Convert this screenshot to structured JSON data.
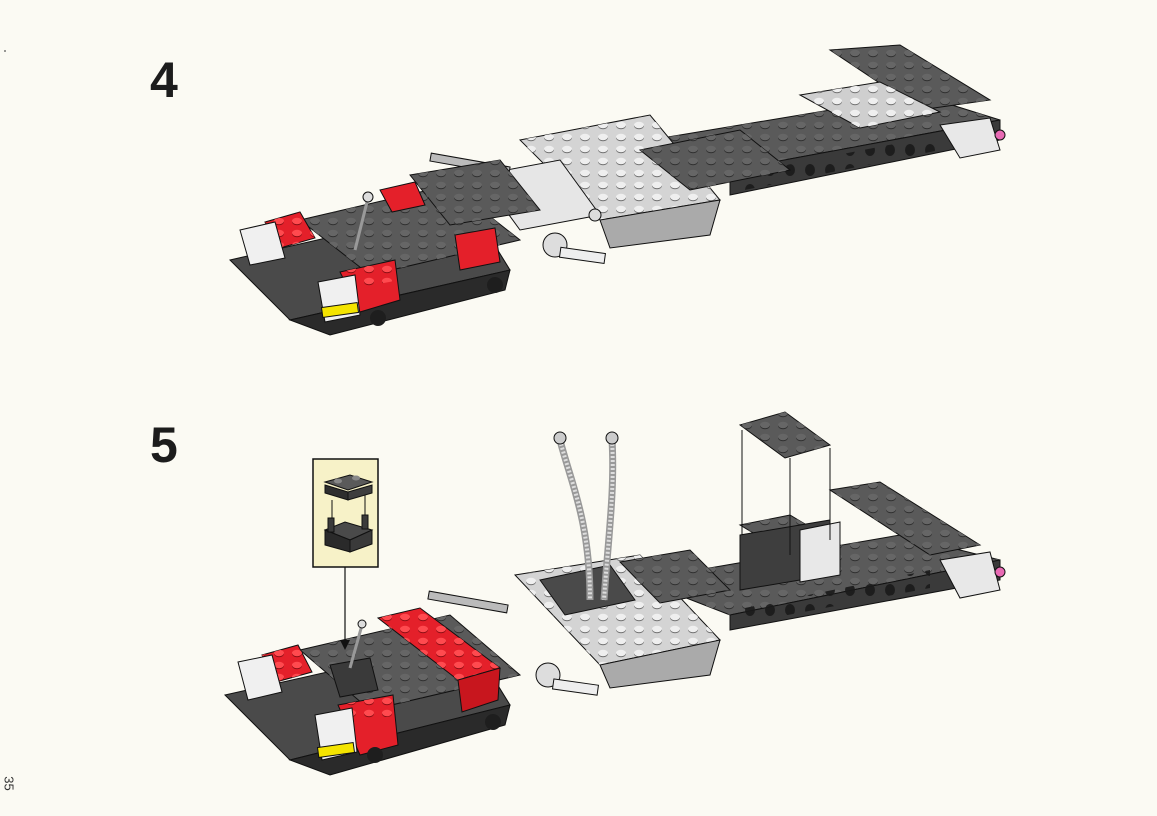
{
  "page": {
    "number": "35",
    "background": "#fbfaf3"
  },
  "steps": [
    {
      "number": "4"
    },
    {
      "number": "5"
    }
  ],
  "colors": {
    "dark_gray": "#4a4a4a",
    "gray": "#8c8c8c",
    "light_gray": "#d4d4d4",
    "white": "#f4f4f4",
    "red": "#e4202a",
    "yellow": "#f4e400",
    "black": "#1e1e1e",
    "pink": "#e86ab4",
    "callout_bg": "#f7f2c8"
  }
}
